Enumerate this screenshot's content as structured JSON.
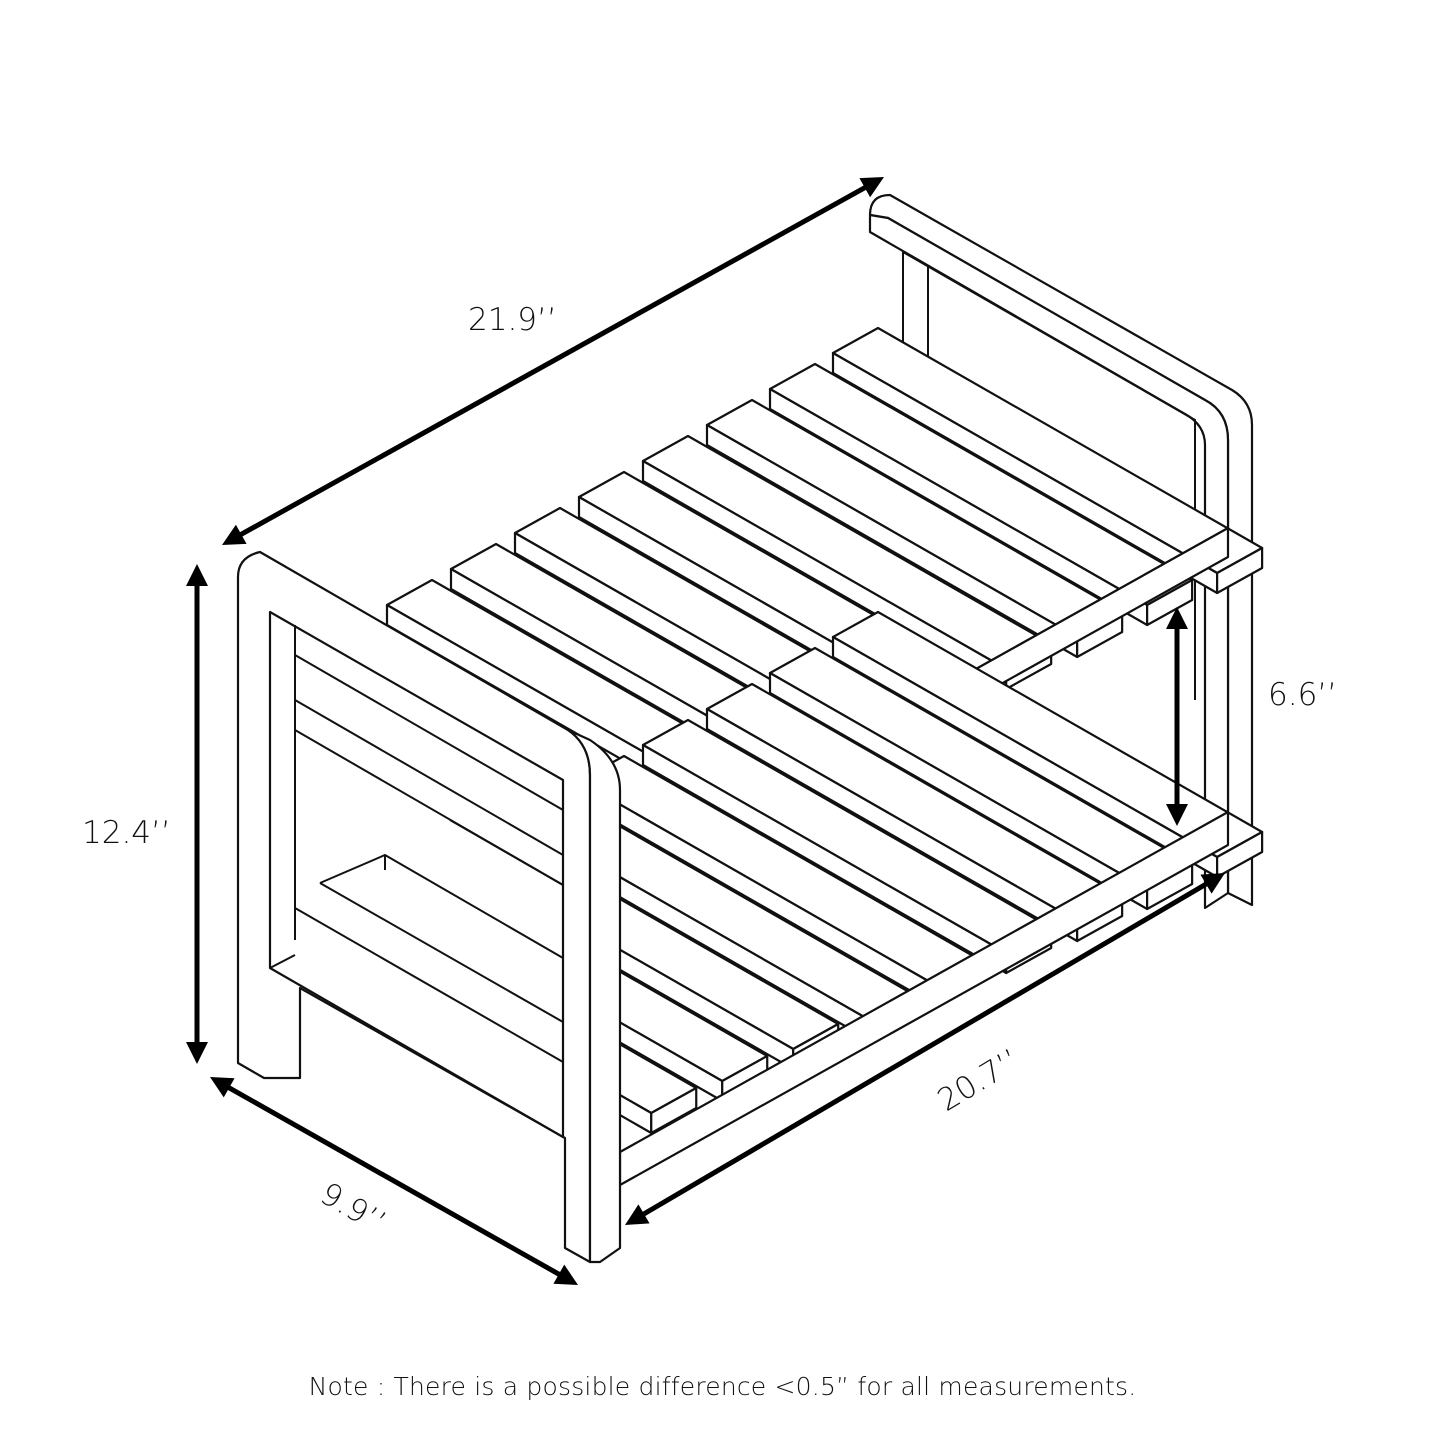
{
  "diagram": {
    "subject": "two-tier slatted bench",
    "line_color": "#111111",
    "background": "#ffffff",
    "dimensions": {
      "overall_length": "21.9’’",
      "overall_height": "12.4’’",
      "shelf_clearance": "6.6’’",
      "depth": "9.9’’",
      "inner_length": "20.7’’"
    },
    "note": "Note : There is a possible difference <0.5” for all measurements."
  }
}
